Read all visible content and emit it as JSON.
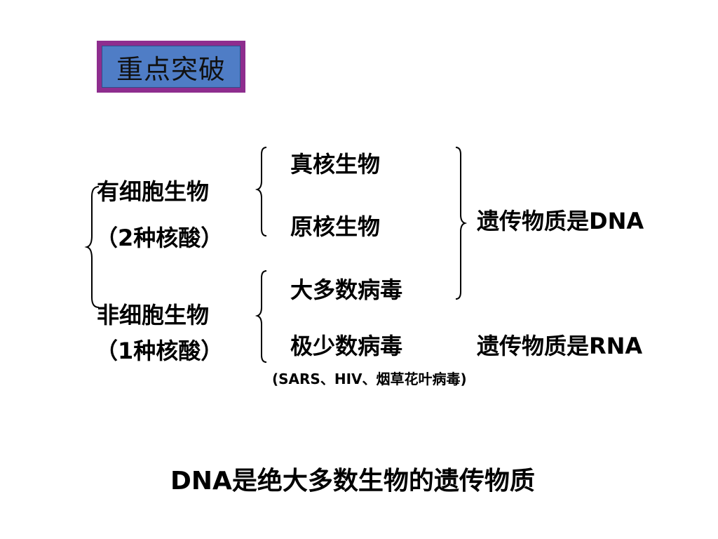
{
  "title": "重点突破",
  "left_groups": {
    "cellular": {
      "line1": "有细胞生物",
      "line2": "（2种核酸）"
    },
    "acellular": {
      "line1": "非细胞生物",
      "line2": "（1种核酸）"
    }
  },
  "middle_items": [
    "真核生物",
    "原核生物",
    "大多数病毒",
    "极少数病毒"
  ],
  "examples": "(SARS、HIV、烟草花叶病毒)",
  "results": {
    "dna": "遗传物质是DNA",
    "rna": "遗传物质是RNA"
  },
  "conclusion": "DNA是绝大多数生物的遗传物质",
  "colors": {
    "title_border": "#8e2d8e",
    "title_fill": "#4f7dc6",
    "text": "#000000",
    "background": "#ffffff"
  }
}
